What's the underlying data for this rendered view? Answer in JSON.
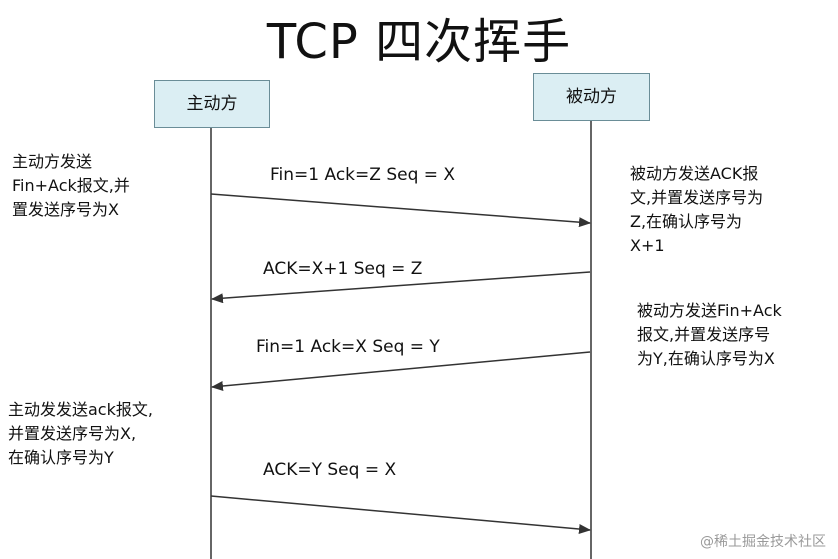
{
  "title": "TCP 四次挥手",
  "actors": {
    "active": "主动方",
    "passive": "被动方"
  },
  "messages": [
    "Fin=1 Ack=Z Seq = X",
    "ACK=X+1 Seq = Z",
    "Fin=1 Ack=X Seq = Y",
    "ACK=Y Seq = X"
  ],
  "notes": {
    "active_1": "主动方发送\nFin+Ack报文,并\n置发送序号为X",
    "passive_1": "被动方发送ACK报\n文,并置发送序号为\nZ,在确认序号为\nX+1",
    "passive_2": "被动方发送Fin+Ack\n报文,并置发送序号\n为Y,在确认序号为X",
    "active_2": "主动发发送ack报文,\n并置发送序号为X,\n在确认序号为Y"
  },
  "watermark": "@稀土掘金技术社区"
}
